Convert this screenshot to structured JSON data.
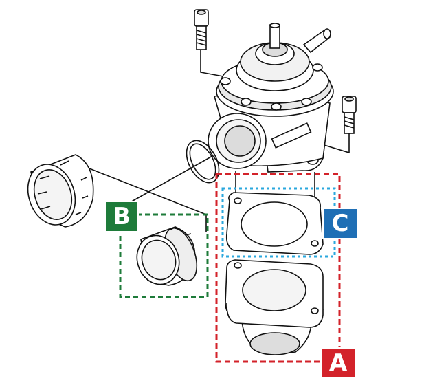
{
  "labels": {
    "a": {
      "text": "A",
      "color": "#d3222a"
    },
    "b": {
      "text": "B",
      "color": "#1e7b3a"
    },
    "c": {
      "text": "C",
      "color": "#1f6fb5"
    }
  },
  "colors": {
    "line": "#111111",
    "part_fill": "#ffffff",
    "shadow": "#cfcfcf",
    "box_a": "#d3222a",
    "box_b": "#1e7b3a",
    "box_c": "#2aa7dd"
  }
}
